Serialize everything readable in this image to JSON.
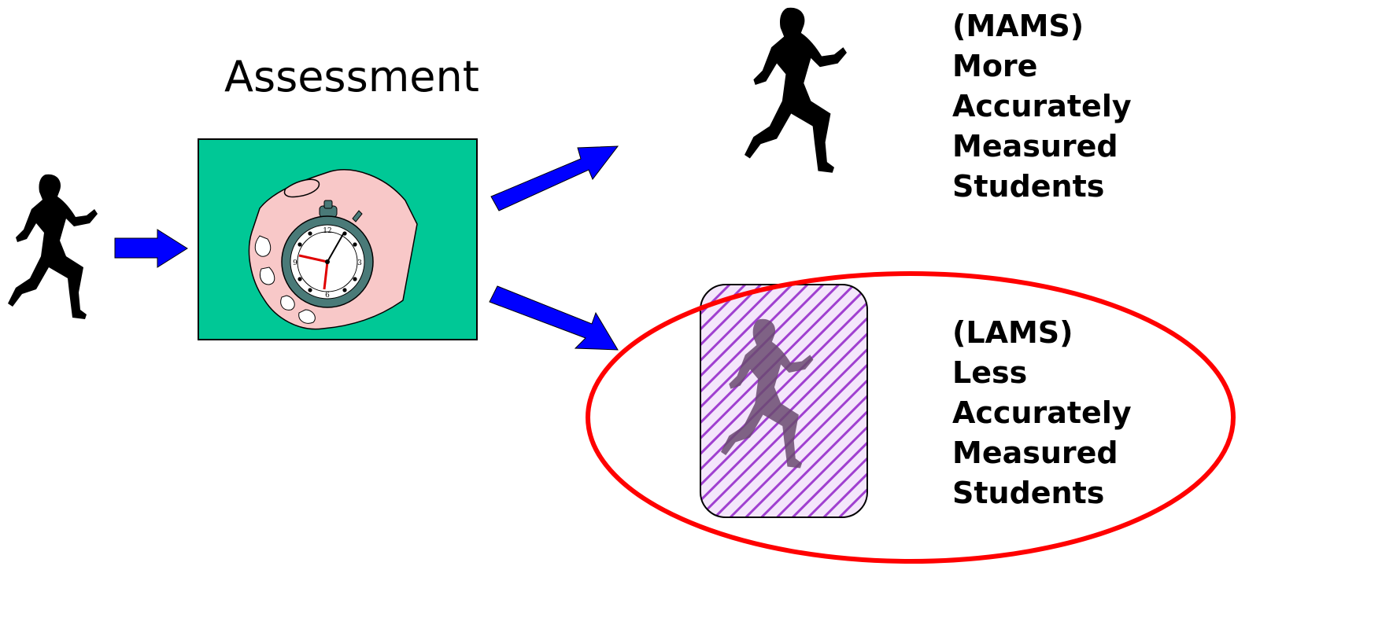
{
  "diagram": {
    "title": "Assessment",
    "groups": {
      "mams": {
        "abbrev": "(MAMS)",
        "lines": [
          "More",
          "Accurately",
          "Measured",
          "Students"
        ]
      },
      "lams": {
        "abbrev": "(LAMS)",
        "lines": [
          "Less",
          "Accurately",
          "Measured",
          "Students"
        ]
      }
    },
    "stopwatch_numbers": [
      "12",
      "3",
      "6",
      "9"
    ]
  },
  "colors": {
    "arrow": "#0000ff",
    "assessment_box": "#00c896",
    "hand": "#f8c8c8",
    "highlight_ellipse": "#ff0000",
    "hatch": "#a040d0"
  }
}
